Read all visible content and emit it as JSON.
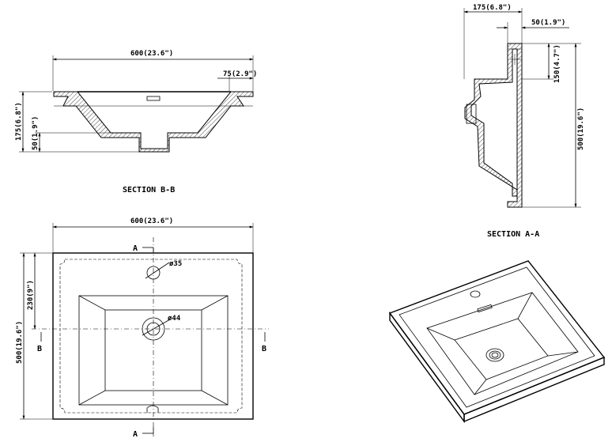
{
  "section_bb": {
    "title": "SECTION B-B",
    "width_label": "600(23.6\")",
    "rim_label": "75(2.9\")",
    "depth_label": "175(6.8\")",
    "drain_label": "50(1.9\")"
  },
  "section_aa": {
    "title": "SECTION A-A",
    "depth_label": "175(6.8\")",
    "rim_label": "50(1.9\")",
    "faucet_label": "150(4.7\")",
    "length_label": "500(19.6\")"
  },
  "plan_view": {
    "width_label": "600(23.6\")",
    "length_label": "500(19.6\")",
    "faucet_offset_label": "230(9\")",
    "faucet_hole_label": "ø35",
    "drain_hole_label": "ø44",
    "section_a": "A",
    "section_b": "B"
  }
}
